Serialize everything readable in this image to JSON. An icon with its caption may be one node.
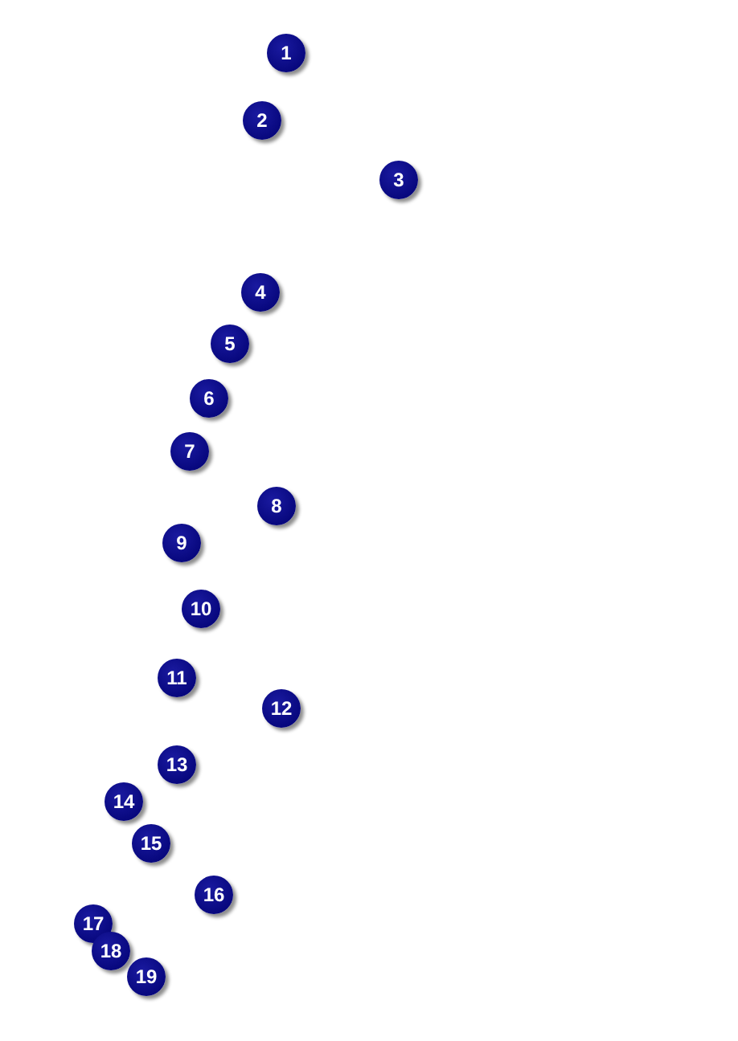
{
  "diagram": {
    "nodes": [
      {
        "text": [
          "1"
        ]
      },
      {
        "text": [
          "2"
        ]
      },
      {
        "text": [
          "3"
        ]
      },
      {
        "text": [
          "4"
        ]
      },
      {
        "text": [
          "5"
        ]
      },
      {
        "text": [
          "6"
        ]
      },
      {
        "text": [
          "7"
        ]
      },
      {
        "text": [
          "8"
        ]
      },
      {
        "text": [
          "9"
        ]
      },
      {
        "text": [
          "10"
        ]
      },
      {
        "text": [
          "11"
        ]
      },
      {
        "text": [
          "12"
        ]
      },
      {
        "text": [
          "13"
        ]
      },
      {
        "text": [
          "14"
        ]
      },
      {
        "text": [
          "15"
        ]
      },
      {
        "text": [
          "16"
        ]
      },
      {
        "text": [
          "17"
        ]
      },
      {
        "text": [
          "18"
        ]
      },
      {
        "text": [
          "19"
        ]
      }
    ]
  }
}
